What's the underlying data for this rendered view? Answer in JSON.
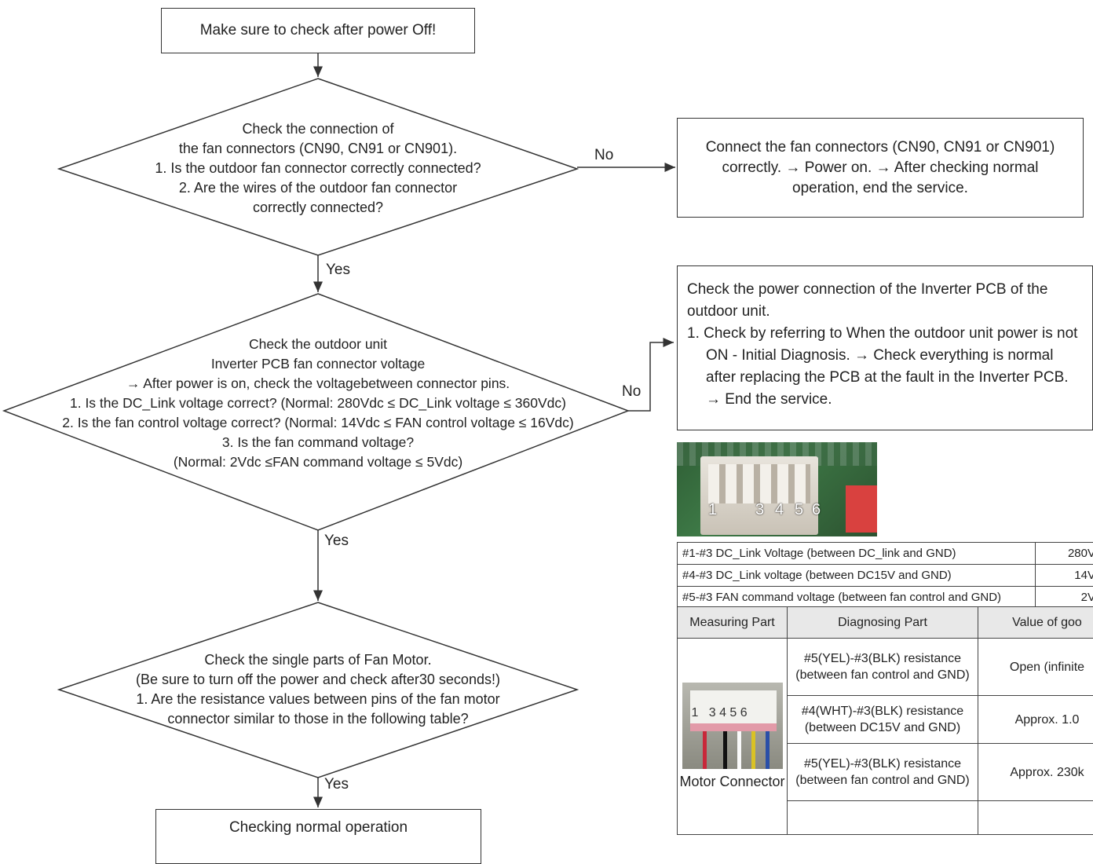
{
  "flow": {
    "start": "Make sure to check after power Off!",
    "decision1": [
      "Check the connection of",
      "the fan connectors (CN90, CN91 or CN901).",
      "1. Is the outdoor fan connector correctly connected?",
      "2. Are the wires of the outdoor fan connector",
      "correctly connected?"
    ],
    "action1": "Connect the fan connectors (CN90, CN91 or CN901) correctly. → Power on. → After checking normal operation, end the service.",
    "decision2": [
      "Check the outdoor unit",
      "Inverter PCB fan connector voltage",
      "→ After power is on, check the voltagebetween connector pins.",
      "1. Is the DC_Link voltage correct?  (Normal: 280Vdc ≤ DC_Link voltage ≤ 360Vdc)",
      "2. Is the fan control voltage correct?  (Normal:  14Vdc ≤ FAN control voltage ≤ 16Vdc)",
      "3. Is the fan command voltage?",
      "(Normal: 2Vdc ≤FAN  command voltage ≤ 5Vdc)"
    ],
    "action2": {
      "title": "Check the power connection of the Inverter PCB of the outdoor unit.",
      "item": "1.  Check by referring to When the outdoor unit power is not ON - Initial Diagnosis. → Check everything is normal after replacing the PCB at the fault in the Inverter PCB. → End the service."
    },
    "decision3": [
      "Check the single parts of Fan Motor.",
      "(Be sure to turn off the power and check after30 seconds!)",
      "1. Are the resistance values between pins of the fan motor",
      "connector similar to those in the following table?"
    ],
    "end": "Checking normal operation",
    "labels": {
      "no": "No",
      "yes": "Yes"
    }
  },
  "pcb_pins": [
    "1",
    "3",
    "4",
    "5",
    "6"
  ],
  "voltage_table": [
    [
      "#1-#3  DC_Link Voltage (between DC_link and GND)",
      "280V"
    ],
    [
      "#4-#3  DC_Link voltage (between DC15V and GND)",
      "14V"
    ],
    [
      "#5-#3  FAN command voltage (between fan control and GND)",
      "2V"
    ]
  ],
  "resistance_table": {
    "headers": [
      "Measuring Part",
      "Diagnosing Part",
      "Value of goo"
    ],
    "measuring_part": "Motor Connector",
    "motor_pins": "1   3 4 5 6",
    "rows": [
      [
        "#5(YEL)-#3(BLK) resistance (between fan control and GND)",
        "Open (infinite"
      ],
      [
        "#4(WHT)-#3(BLK) resistance (between DC15V and GND)",
        "Approx. 1.0"
      ],
      [
        "#5(YEL)-#3(BLK) resistance (between fan control and GND)",
        "Approx. 230k"
      ]
    ]
  }
}
